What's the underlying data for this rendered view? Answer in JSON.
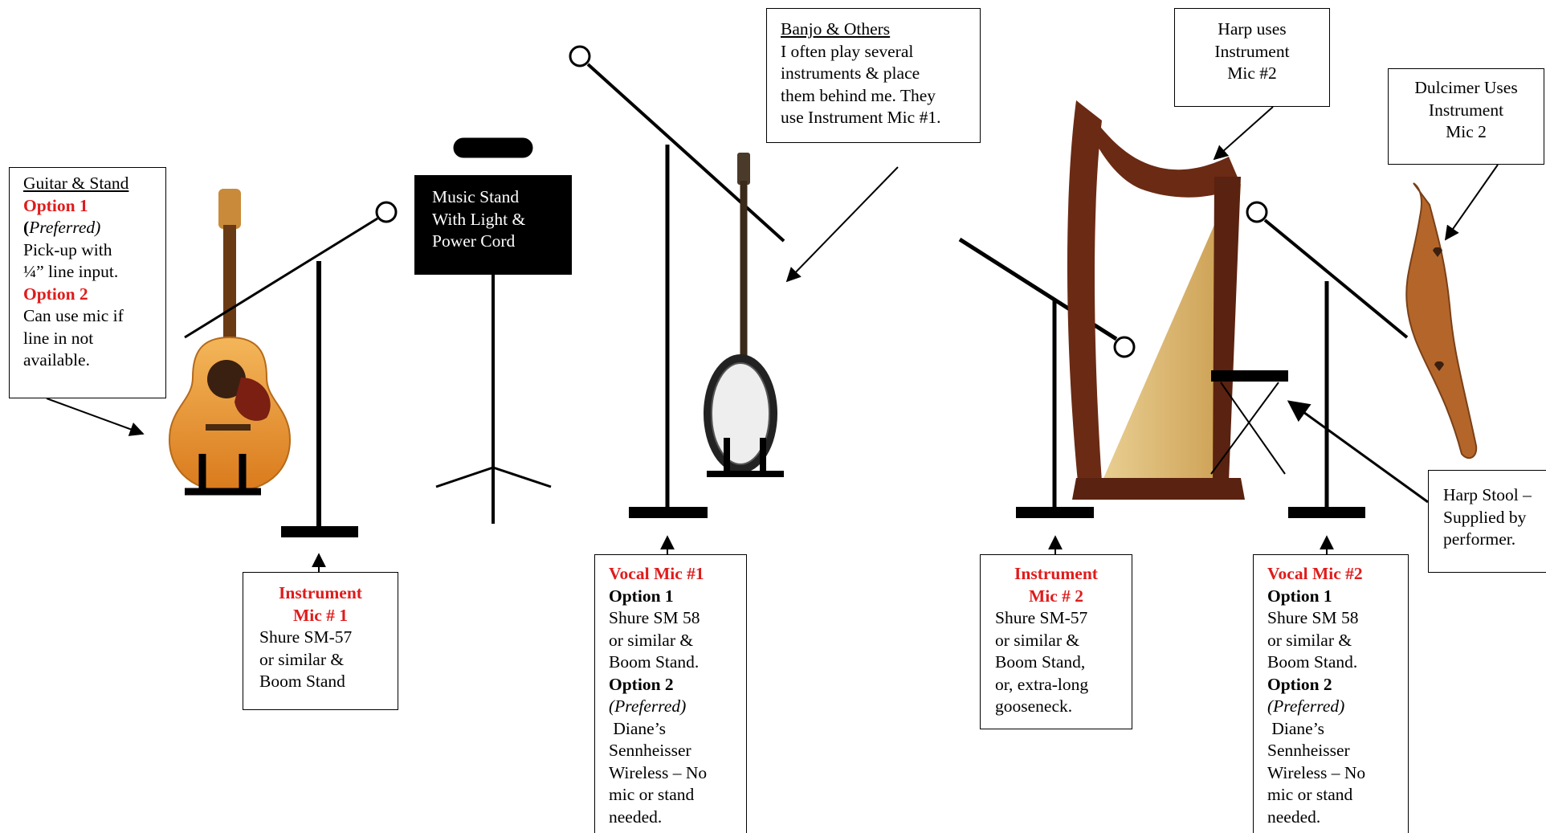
{
  "guitar_box": {
    "title": "Guitar & Stand",
    "option1": "Option 1",
    "option1_paren_open": "(",
    "option1_note": "Preferred)",
    "option1_text1": "Pick-up with",
    "option1_text2": "¼” line input.",
    "option2": "Option 2",
    "option2_text1": "Can use mic if",
    "option2_text2": "line in not",
    "option2_text3": "available."
  },
  "music_stand_box": {
    "line1": "Music Stand",
    "line2": "With Light &",
    "line3": "Power Cord"
  },
  "banjo_box": {
    "title": "Banjo & Others",
    "line1": "I often play several",
    "line2": "instruments & place",
    "line3": "them behind me.  They",
    "line4": "use Instrument Mic #1."
  },
  "harp_box": {
    "line1": "Harp  uses",
    "line2": "Instrument",
    "line3": "Mic #2"
  },
  "dulcimer_box": {
    "line1": "Dulcimer Uses",
    "line2": "Instrument",
    "line3": "Mic  2"
  },
  "harp_stool_box": {
    "line1": "Harp Stool –",
    "line2": "Supplied by",
    "line3": "performer."
  },
  "instrument_mic1_box": {
    "title1": "Instrument",
    "title2": "Mic # 1",
    "line1": "Shure SM-57",
    "line2": "or similar &",
    "line3": "Boom Stand"
  },
  "vocal_mic1_box": {
    "title": "Vocal Mic #1",
    "option1": "Option 1",
    "o1_line1": "Shure SM 58",
    "o1_line2": "or similar &",
    "o1_line3": "Boom Stand.",
    "option2": "Option 2",
    "o2_note": "(Preferred)",
    "o2_line1": " Diane’s",
    "o2_line2": "Sennheisser",
    "o2_line3": "Wireless – No",
    "o2_line4": "mic or stand",
    "o2_line5": "needed."
  },
  "instrument_mic2_box": {
    "title1": "Instrument",
    "title2": "Mic # 2",
    "line1": "Shure SM-57",
    "line2": "or similar &",
    "line3": "Boom Stand,",
    "line4": "or, extra-long",
    "line5": "gooseneck."
  },
  "vocal_mic2_box": {
    "title": "Vocal Mic #2",
    "option1": "Option 1",
    "o1_line1": "Shure SM 58",
    "o1_line2": "or similar &",
    "o1_line3": "Boom Stand.",
    "option2": "Option 2",
    "o2_note": "(Preferred)",
    "o2_line1": " Diane’s",
    "o2_line2": "Sennheisser",
    "o2_line3": "Wireless – No",
    "o2_line4": "mic or stand",
    "o2_line5": "needed."
  },
  "colors": {
    "option_red": "#e01b1b",
    "guitar_body": "#e8952b",
    "harp_wood": "#6b2a14",
    "harp_soundboard": "#e2c27a",
    "dulcimer_wood": "#b4662a"
  }
}
